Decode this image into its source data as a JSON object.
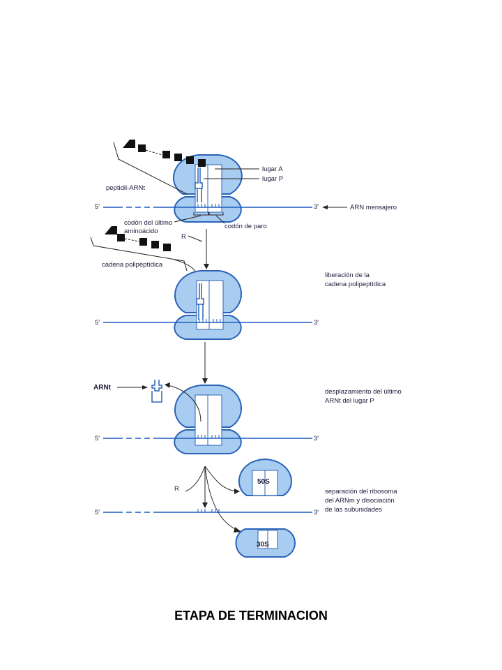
{
  "title": "ETAPA DE TERMINACION",
  "labels": {
    "lugar_a": "lugar A",
    "lugar_p": "lugar P",
    "peptidil": "peptidil-ARNt",
    "arn_mensajero": "ARN mensajero",
    "codon_ultimo_1": "codón del último",
    "codon_ultimo_2": "aminoácido",
    "codon_paro": "codón de paro",
    "cadena": "cadena polipeptídica",
    "r": "R",
    "five": "5′",
    "three": "3′",
    "arnt": "ARNt",
    "s50": "50S",
    "s30": "30S"
  },
  "steps": {
    "liberacion_1": "liberación de la",
    "liberacion_2": "cadena polipeptídica",
    "desplaz_1": "desplazamiento del último",
    "desplaz_2": "ARNt del lugar P",
    "separacion_1": "separación del ribosoma",
    "separacion_2": "del ARNm y disociación",
    "separacion_3": "de las subunidades"
  },
  "colors": {
    "ribosome": "#a9cdf0",
    "outline": "#2a63b8",
    "mrna": "#1b5cc0"
  }
}
